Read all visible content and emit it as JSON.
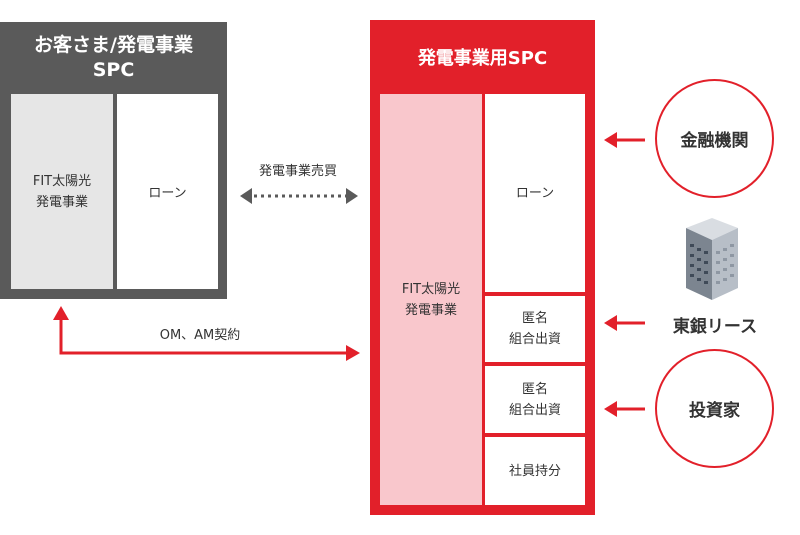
{
  "customer_spc": {
    "title_line1": "お客さま/発電事業",
    "title_line2": "SPC",
    "fit_line1": "FIT太陽光",
    "fit_line2": "発電事業",
    "loan": "ローン"
  },
  "trade_label": "発電事業売買",
  "om_label": "OM、AM契約",
  "power_spc": {
    "title": "発電事業用SPC",
    "fit_line1": "FIT太陽光",
    "fit_line2": "発電事業",
    "loan": "ローン",
    "anon1_line1": "匿名",
    "anon1_line2": "組合出資",
    "anon2_line1": "匿名",
    "anon2_line2": "組合出資",
    "equity": "社員持分"
  },
  "financial_institution": "金融機関",
  "tosin_lease": "東銀リース",
  "investor": "投資家",
  "colors": {
    "red": "#e2202a",
    "gray": "#5a5a5a",
    "pink": "#f9c7cc"
  }
}
